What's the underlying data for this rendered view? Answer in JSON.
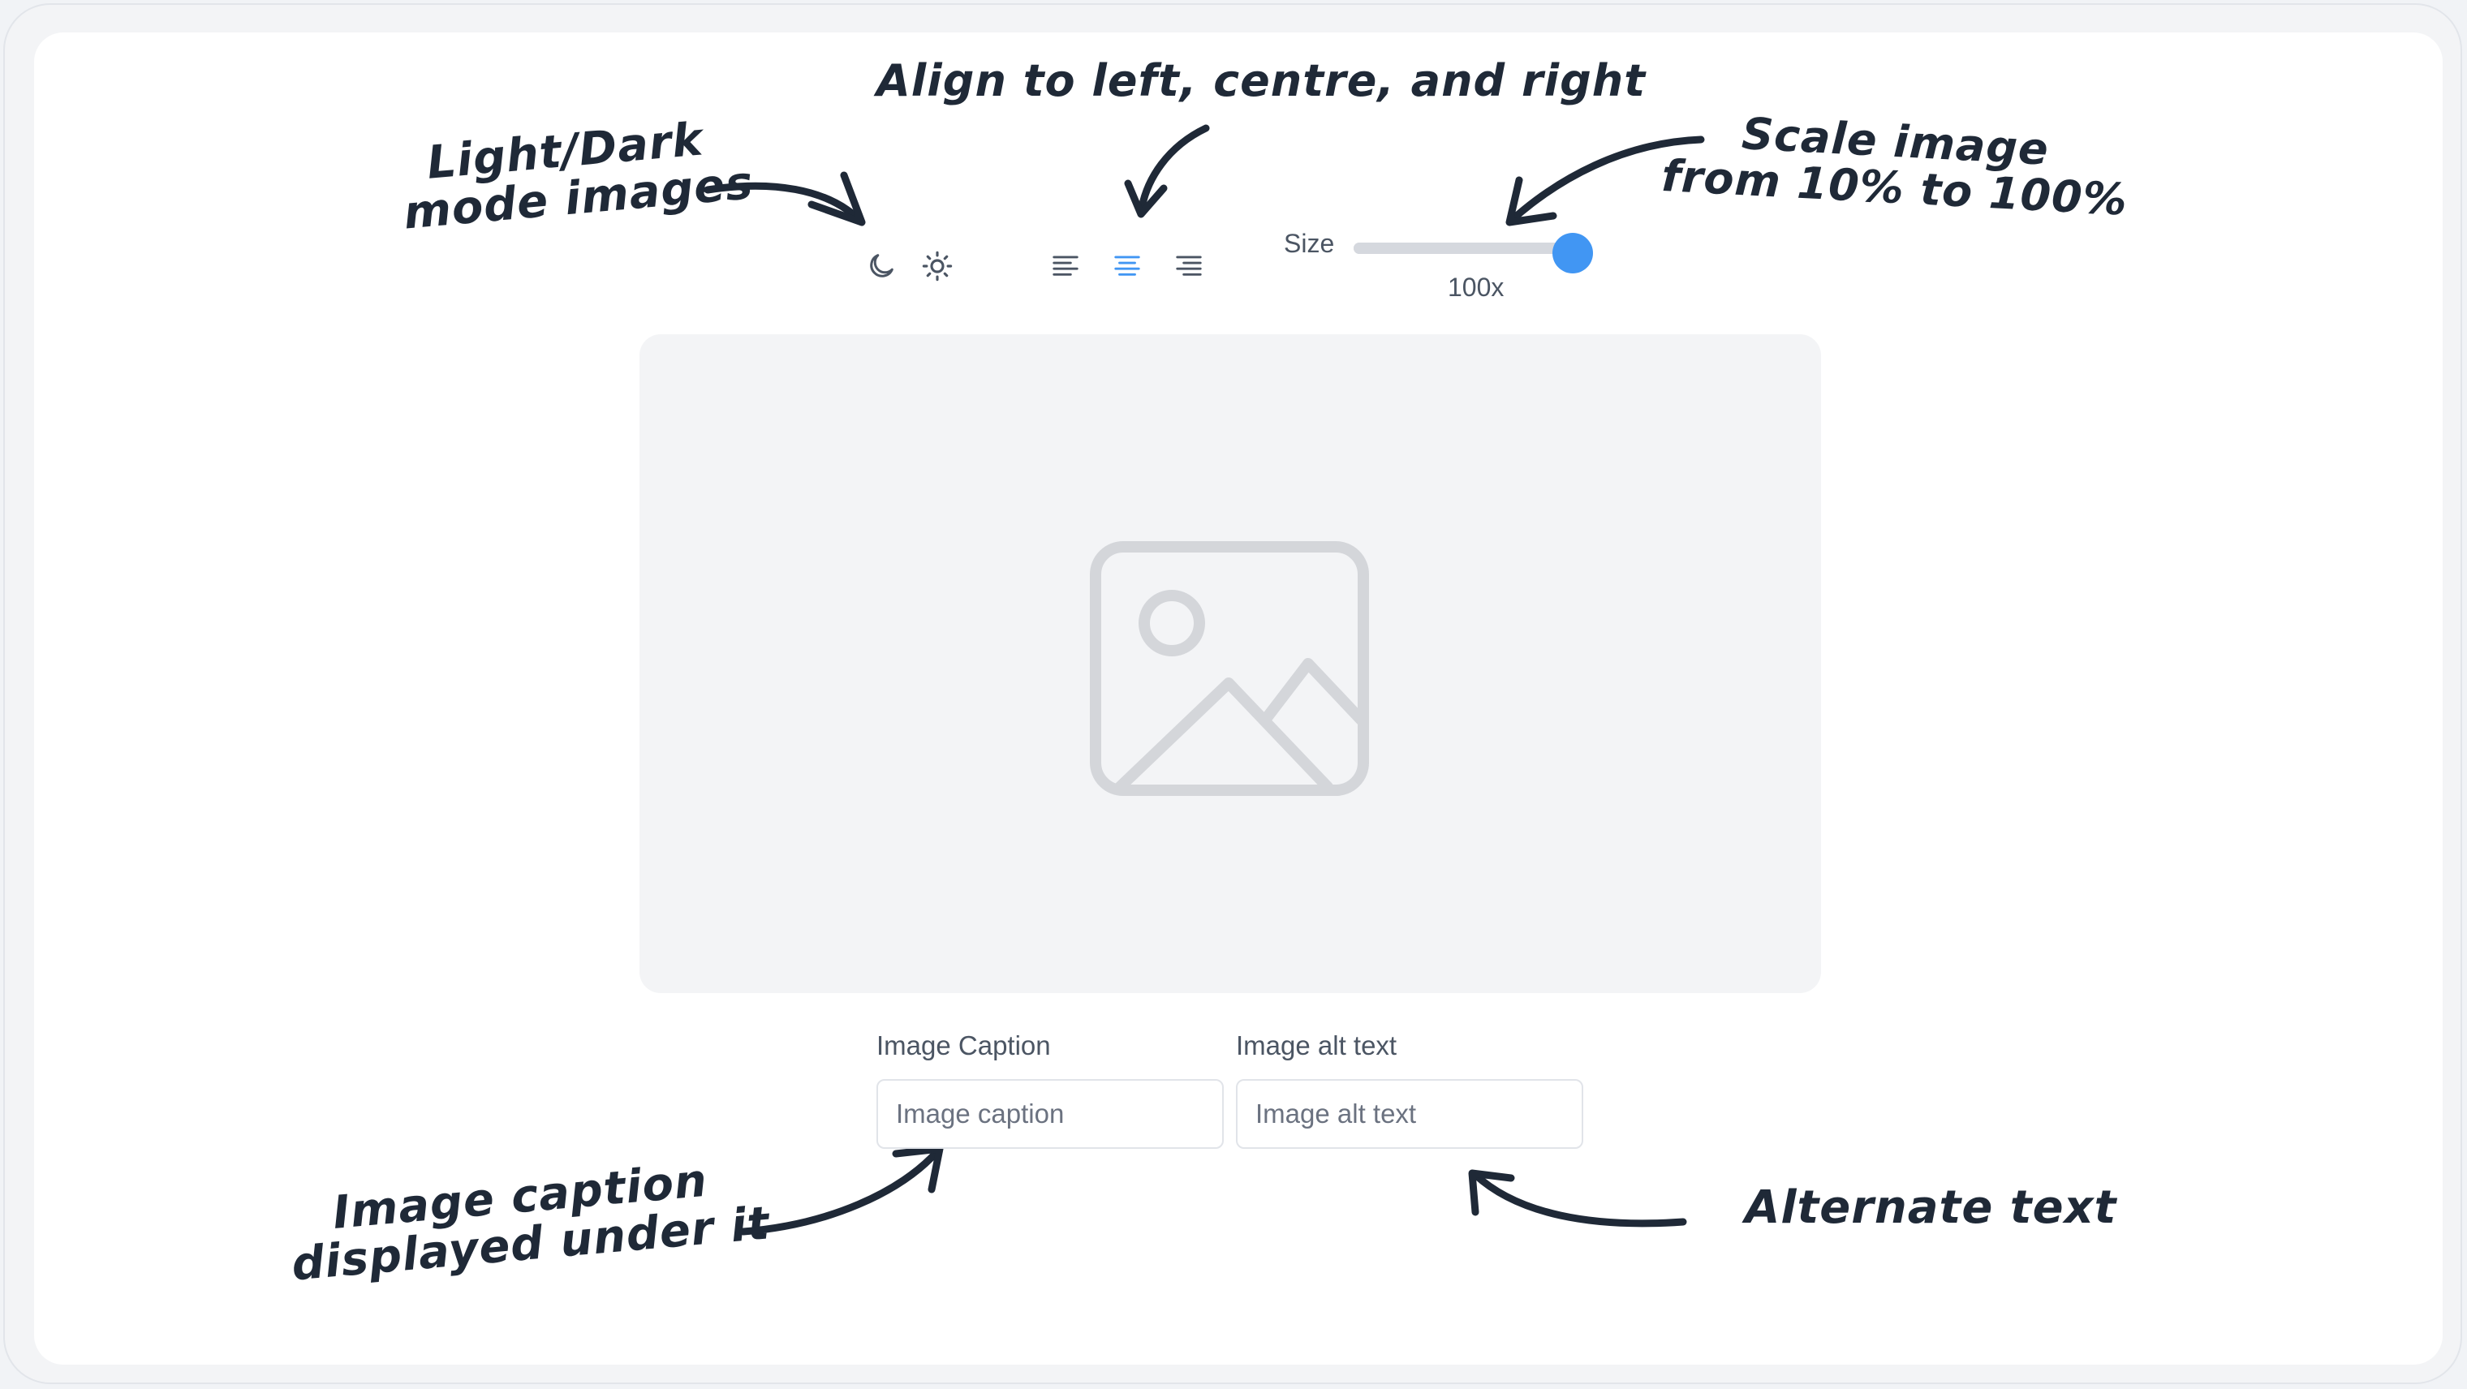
{
  "annotations": {
    "light_dark": [
      "Light/Dark",
      "mode images"
    ],
    "align": "Align to left, centre, and right",
    "scale": [
      "Scale image",
      "from 10% to 100%"
    ],
    "caption": [
      "Image caption",
      "displayed under it"
    ],
    "alt": "Alternate text"
  },
  "toolbar": {
    "mode_icons": [
      "moon-icon",
      "sun-icon"
    ],
    "align_icons": [
      "align-left-icon",
      "align-center-icon",
      "align-right-icon"
    ],
    "active_align": "center",
    "size_label": "Size",
    "size_value_text": "100x",
    "size_value": 1.0,
    "active_color": "#4196f3"
  },
  "image": {
    "placeholder_icon": "image-placeholder-icon"
  },
  "fields": {
    "caption_label": "Image Caption",
    "caption_placeholder": "Image caption",
    "alt_label": "Image alt text",
    "alt_placeholder": "Image alt text"
  }
}
